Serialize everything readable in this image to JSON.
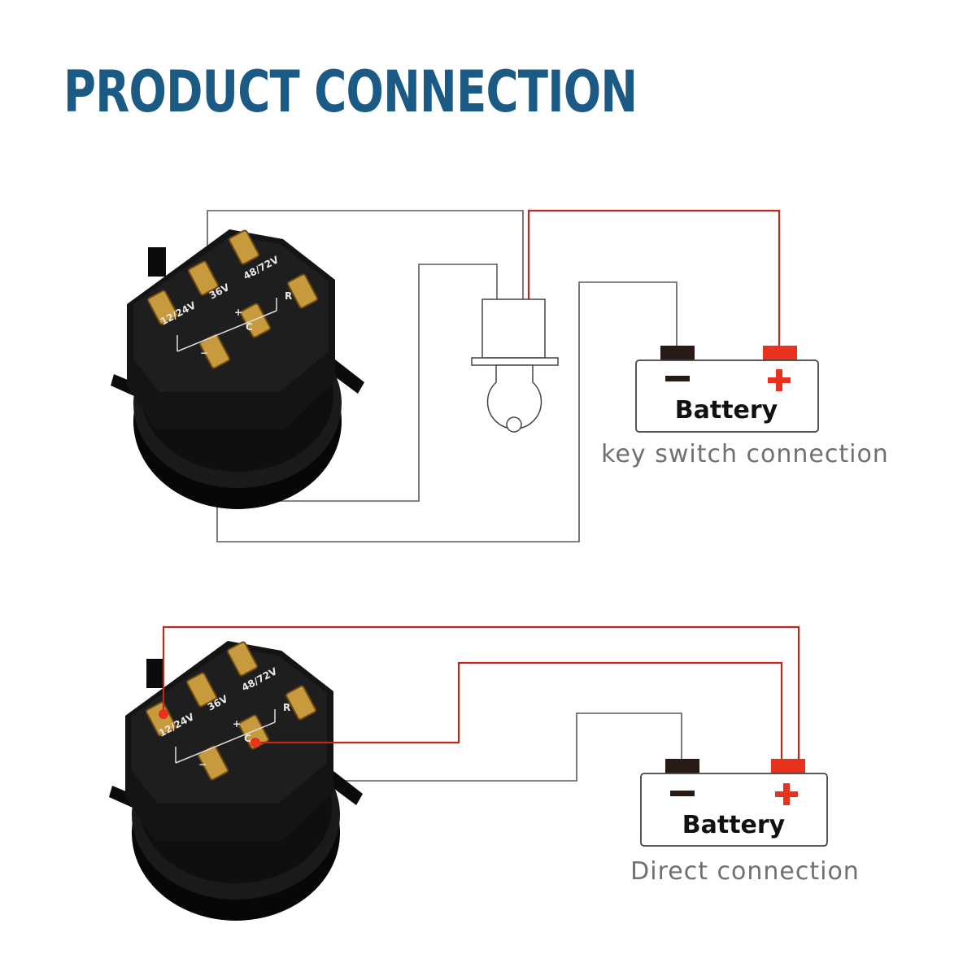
{
  "title": "PRODUCT CONNECTION",
  "terminals": {
    "v12_24": "12/24V",
    "v36": "36V",
    "v48_72": "48/72V",
    "plus": "+",
    "minus": "−",
    "c": "C",
    "r": "R"
  },
  "key_switch_panel": {
    "battery_label": "Battery",
    "battery_neg": "−",
    "battery_pos": "+",
    "caption": "key switch connection"
  },
  "direct_panel": {
    "battery_label": "Battery",
    "battery_neg": "−",
    "battery_pos": "+",
    "caption": "Direct connection"
  },
  "colors": {
    "title": "#1b5a84",
    "wire_gray": "#5a5a5a",
    "wire_red": "#c0281e",
    "terminal_red": "#e8321e",
    "terminal_black": "#2a1a16",
    "brass": "#c89a3e",
    "housing": "#111111"
  }
}
